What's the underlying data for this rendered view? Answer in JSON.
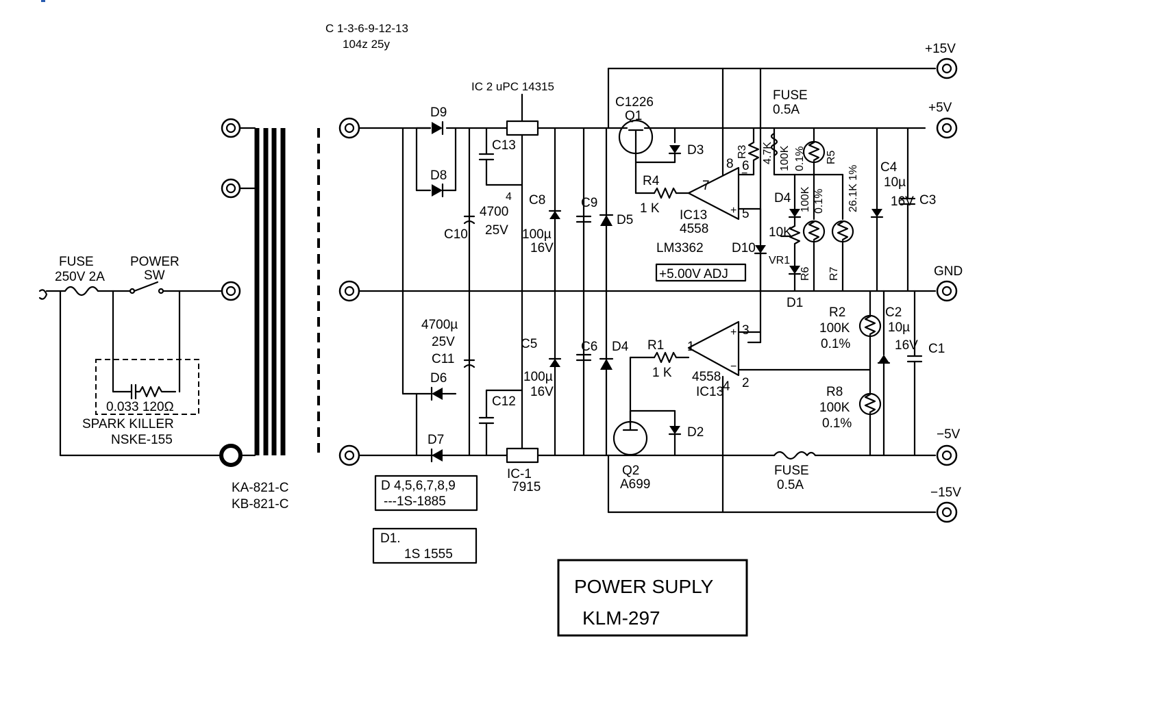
{
  "header": {
    "cap_note_line1": "C 1-3-6-9-12-13",
    "cap_note_line2": "104z  25y",
    "ic2_note": "IC 2 uPC 14315"
  },
  "outputs": {
    "p15": "+15V",
    "p5": "+5V",
    "gnd": "GND",
    "m5": "−5V",
    "m15": "−15V"
  },
  "input": {
    "fuse": "FUSE",
    "fuse_rating": "250V 2A",
    "power": "POWER",
    "sw": "SW",
    "spark_part": "0.033 120Ω",
    "spark_killer": "SPARK KILLER",
    "spark_model": "NSKE-155"
  },
  "transformer": {
    "model_a": "KA-821-C",
    "model_b": "KB-821-C"
  },
  "components": {
    "d9": "D9",
    "d8": "D8",
    "d6": "D6",
    "d7": "D7",
    "c13": "C13",
    "c10": "C10",
    "c11": "C11",
    "c12": "C12",
    "c10_val": "4700",
    "c10_v": "25V",
    "c11_val": "4700µ",
    "c11_v": "25V",
    "c8": "C8",
    "c8_val": "100µ",
    "c8_v": "16V",
    "c5": "C5",
    "c5_val": "100µ",
    "c5_v": "16V",
    "c9": "C9",
    "c6": "C6",
    "d5": "D5",
    "d4": "D4",
    "d3": "D3",
    "d2": "D2",
    "d1": "D1",
    "d10": "D10",
    "pin4": "4",
    "q1": "C1226",
    "q1_sub": "Q1",
    "q2": "Q2",
    "q2_sub": "A699",
    "r4": "R4",
    "r4_val": "1 K",
    "r1": "R1",
    "r1_val": "1 K",
    "ic13a": "IC13",
    "ic13a_type": "4558",
    "ic13a_alt": "LM3362",
    "ic13b_type": "4558",
    "ic13b": "IC13",
    "pin7": "7",
    "pin8": "8",
    "pin6": "6",
    "pin5": "5",
    "pin1": "1",
    "pin2": "2",
    "pin3": "3",
    "pin4b": "4",
    "vr1": "VR1",
    "vr1_val": "10K",
    "adj": "+5.00V ADJ",
    "r3": "R3",
    "r3_val": "4.7K",
    "r5": "R5",
    "r5_val": "100K",
    "r5_tol": "0.1%",
    "r6": "R6",
    "r6_val": "100K",
    "r6_tol": "0.1%",
    "r7": "R7",
    "r7_val": "26.1K 1%",
    "r2": "R2",
    "r2_val": "100K",
    "r2_tol": "0.1%",
    "r8": "R8",
    "r8_val": "100K",
    "r8_tol": "0.1%",
    "c4": "C4",
    "c4_val": "10µ",
    "c4_v": "16V",
    "c2": "C2",
    "c2_val": "10µ",
    "c2_v": "16V",
    "c3": "C3",
    "c1": "C1",
    "fuse_top": "FUSE",
    "fuse_top_val": "0.5A",
    "fuse_bot": "FUSE",
    "fuse_bot_val": "0.5A",
    "ic1": "IC-1",
    "ic1_val": "7915"
  },
  "notes": {
    "diodes_line1": "D 4,5,6,7,8,9",
    "diodes_line2": "---1S-1885",
    "d1_line1": "D1.",
    "d1_line2": "1S 1555"
  },
  "title_block": {
    "line1": "POWER SUPLY",
    "line2": "KLM-297"
  }
}
